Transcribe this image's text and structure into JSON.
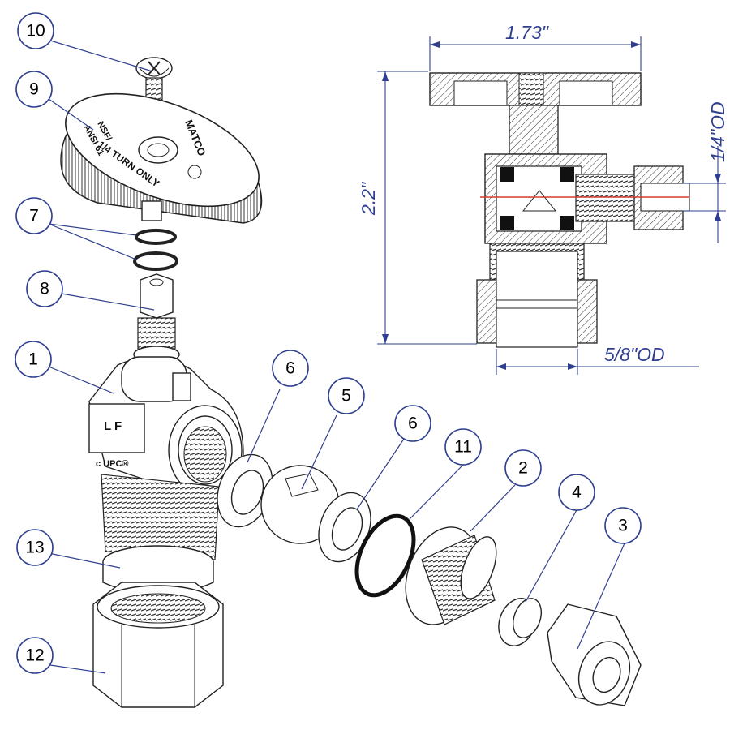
{
  "callouts": [
    {
      "label": "10"
    },
    {
      "label": "9"
    },
    {
      "label": "7"
    },
    {
      "label": "8"
    },
    {
      "label": "1"
    },
    {
      "label": "6"
    },
    {
      "label": "5"
    },
    {
      "label": "6"
    },
    {
      "label": "11"
    },
    {
      "label": "2"
    },
    {
      "label": "4"
    },
    {
      "label": "3"
    },
    {
      "label": "13"
    },
    {
      "label": "12"
    }
  ],
  "dimensions": {
    "width_top": "1.73\"",
    "height": "2.2\"",
    "outlet_od": "1/4\"OD",
    "inlet_od": "5/8\"OD"
  },
  "handle_marks": {
    "brand": "MATCO",
    "nsf": "NSF/",
    "ansi": "ANSI 61",
    "turn": "1/4 TURN ONLY"
  },
  "body_marks": {
    "lf": "L F",
    "upc": "c UPC®"
  },
  "colors": {
    "callout_stroke": "#2f3f8f",
    "dimension": "#2f3f8f",
    "centerline": "#d83a2f",
    "line": "#222222"
  }
}
